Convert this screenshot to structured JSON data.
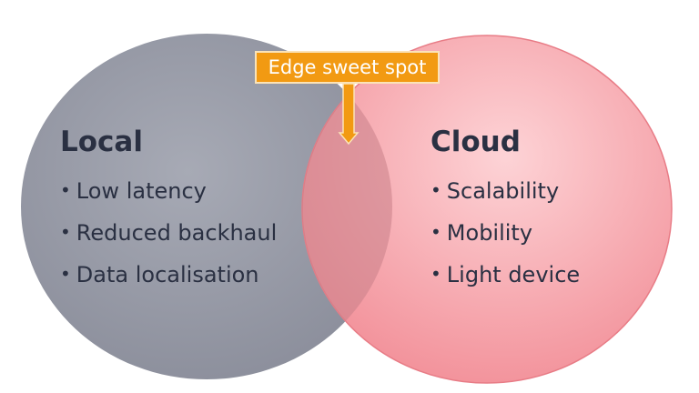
{
  "colors": {
    "local_fill": "#9ea1ad",
    "cloud_fill": "#f8a3aa",
    "overlap_fill": "#cd8a92",
    "callout_fill": "#f29a12",
    "text": "#2a3042"
  },
  "callout": {
    "label": "Edge sweet spot"
  },
  "local": {
    "title": "Local",
    "items": [
      "Low latency",
      "Reduced backhaul",
      "Data localisation"
    ]
  },
  "cloud": {
    "title": "Cloud",
    "items": [
      "Scalability",
      "Mobility",
      "Light device"
    ]
  }
}
